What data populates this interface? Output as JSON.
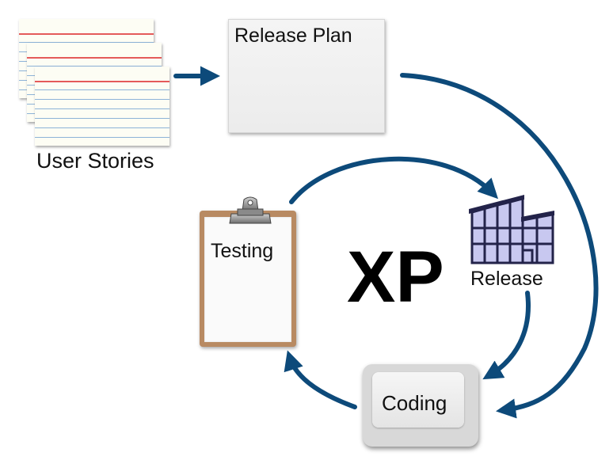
{
  "diagram": {
    "user_stories_label": "User Stories",
    "release_plan_label": "Release Plan",
    "testing_label": "Testing",
    "release_label": "Release",
    "coding_label": "Coding",
    "center_label": "XP"
  },
  "colors": {
    "arrow": "#0d4a7a",
    "building_fill": "#c8c8f0",
    "building_stroke": "#23234a"
  }
}
